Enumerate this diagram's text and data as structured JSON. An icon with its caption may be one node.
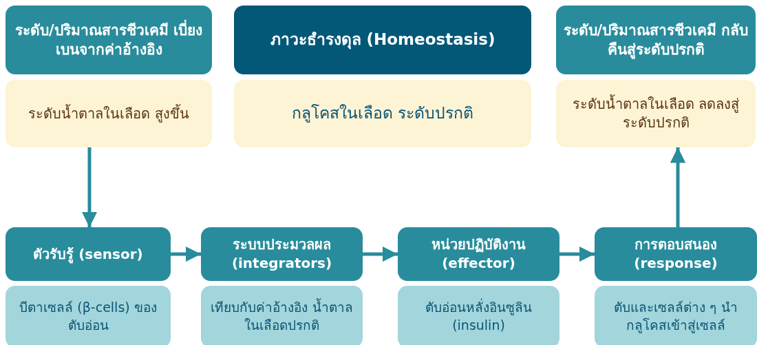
{
  "diagram": {
    "nodes": [
      {
        "text": [
          "ระดับ/ปริมาณสารชีวเคมี เบี่ยงเบนจากค่าอ้างอิง"
        ]
      },
      {
        "text": [
          "ระดับน้ำตาลในเลือด สูงขึ้น"
        ]
      },
      {
        "text": [
          "ภาวะธำรงดุล (Homeostasis)"
        ]
      },
      {
        "text": [
          "กลูโคสในเลือด ระดับปรกติ"
        ]
      },
      {
        "text": [
          "ระดับ/ปริมาณสารชีวเคมี กลับคืนสู่ระดับปรกติ"
        ]
      },
      {
        "text": [
          "ระดับน้ำตาลในเลือด ลดลงสู่ระดับปรกติ"
        ]
      },
      {
        "text": [
          "ตัวรับรู้ (sensor)"
        ]
      },
      {
        "text": [
          "บีตาเซลล์ (β-cells) ของตับอ่อน"
        ]
      },
      {
        "text": [
          "ระบบประมวลผล (integrators)"
        ]
      },
      {
        "text": [
          "เทียบกับค่าอ้างอิง น้ำตาลในเลือดปรกติ"
        ]
      },
      {
        "text": [
          "หน่วยปฏิบัติงาน (effector)"
        ]
      },
      {
        "text": [
          "ตับอ่อนหลั่งอินซูลิน (insulin)"
        ]
      },
      {
        "text": [
          "การตอบสนอง (response)"
        ]
      },
      {
        "text": [
          "ตับและเซลล์ต่าง ๆ นำกลูโคสเข้าสู่เซลล์"
        ]
      }
    ],
    "edges": [
      {
        "from": 1,
        "to": 6,
        "arrow": "to"
      },
      {
        "from": 6,
        "to": 8,
        "arrow": "to"
      },
      {
        "from": 8,
        "to": 10,
        "arrow": "to"
      },
      {
        "from": 10,
        "to": 12,
        "arrow": "to"
      },
      {
        "from": 12,
        "to": 5,
        "arrow": "to"
      }
    ]
  }
}
